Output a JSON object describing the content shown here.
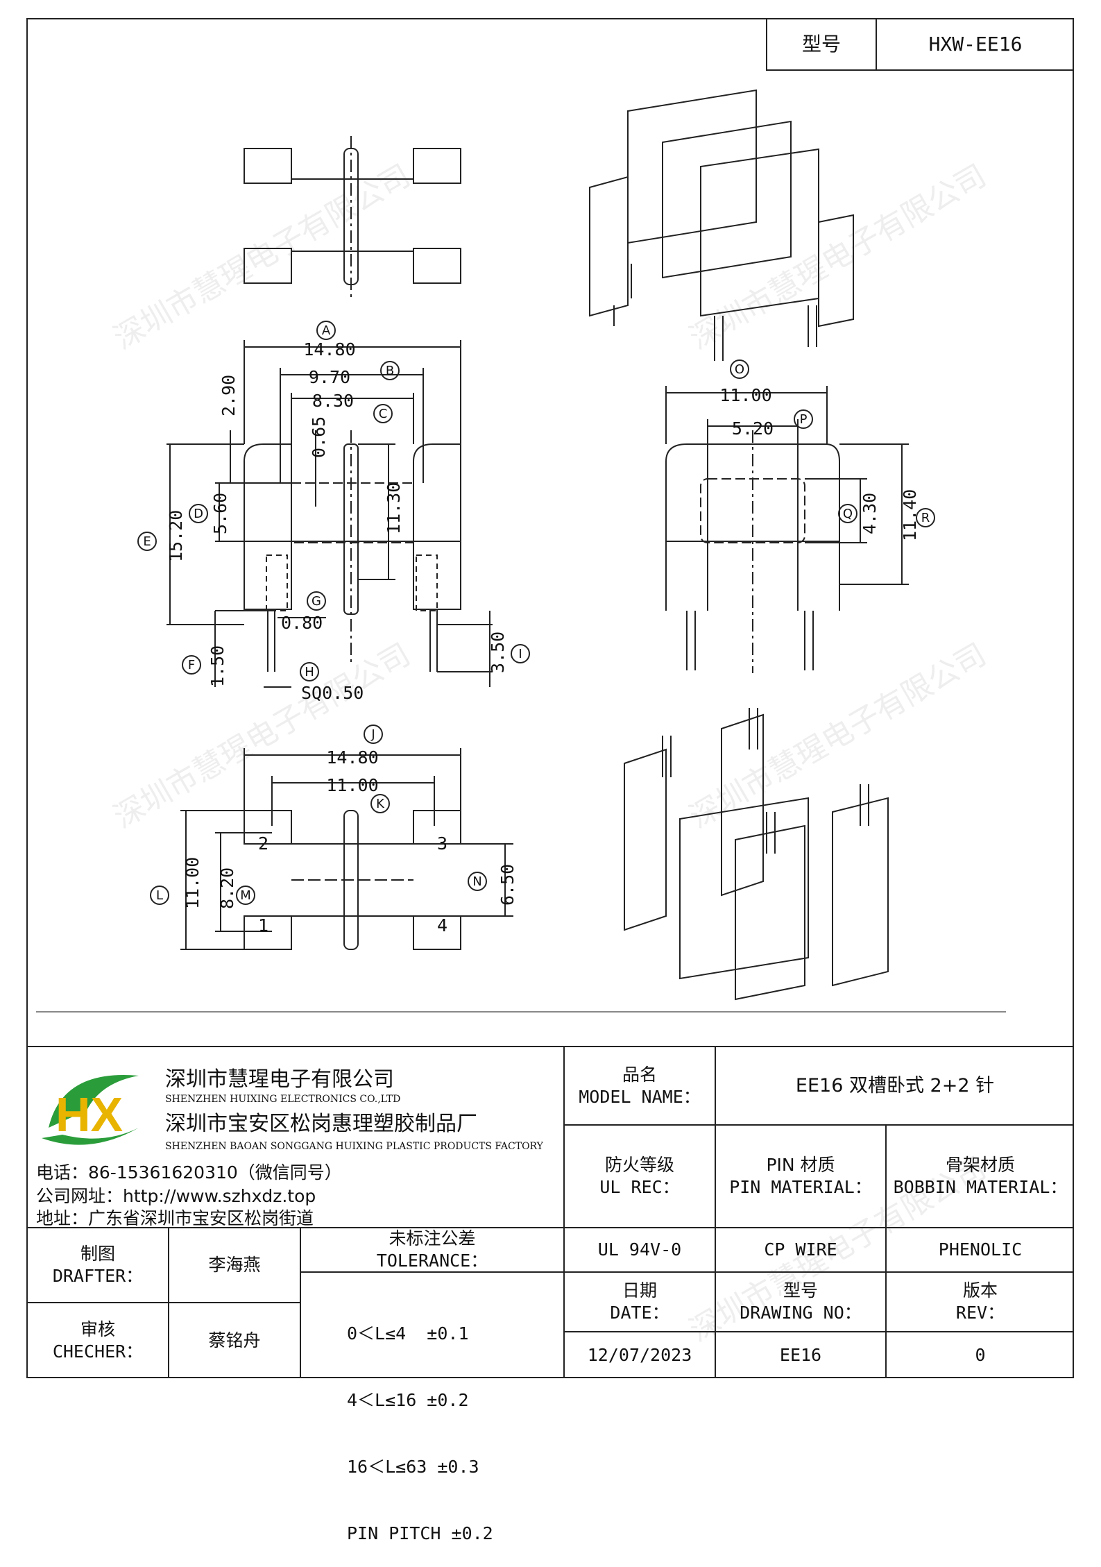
{
  "model_header": {
    "label": "型号",
    "value": "HXW-EE16"
  },
  "drawing": {
    "top_view_dims": {
      "A": "14.80",
      "B": "9.70",
      "C": "8.30",
      "D": "5.60",
      "E": "15.20",
      "F": "1.50",
      "G": "0.80",
      "H": "SQ0.50",
      "I": "3.50",
      "h290": "2.90",
      "h065": "0.65",
      "h1130": "11.30"
    },
    "side_view_dims": {
      "O": "11.00",
      "P": "5.20",
      "Q": "4.30",
      "R": "11.40"
    },
    "bottom_view_dims": {
      "J": "14.80",
      "K": "11.00",
      "L": "11.00",
      "M": "8.20",
      "N": "6.50"
    },
    "circle_letters": [
      "A",
      "B",
      "C",
      "D",
      "E",
      "F",
      "G",
      "H",
      "I",
      "J",
      "K",
      "L",
      "M",
      "N",
      "O",
      "P",
      "Q",
      "R"
    ],
    "pin_numbers": [
      "1",
      "2",
      "3",
      "4"
    ]
  },
  "company": {
    "name_cn": "深圳市慧瑆电子有限公司",
    "name_en": "SHENZHEN HUIXING ELECTRONICS CO.,LTD",
    "factory_cn": "深圳市宝安区松岗惠理塑胶制品厂",
    "factory_en": "SHENZHEN BAOAN SONGGANG HUIXING PLASTIC PRODUCTS FACTORY",
    "phone": "电话：86-15361620310（微信同号）",
    "website": "公司网址：http://www.szhxdz.top",
    "address": "地址：广东省深圳市宝安区松岗街道",
    "logo_text": "HX",
    "watermark": "深圳市慧瑆电子有限公司"
  },
  "titleblock": {
    "model_name_cn": "品名",
    "model_name_en": "MODEL NAME：",
    "model_name_value": "EE16 双槽卧式 2+2 针",
    "ul_cn": "防火等级",
    "ul_en": "UL REC：",
    "pin_mat_cn": "PIN 材质",
    "pin_mat_en": "PIN MATERIAL：",
    "bobbin_cn": "骨架材质",
    "bobbin_en": "BOBBIN MATERIAL：",
    "ul_value": "UL 94V-0",
    "pin_value": "CP WIRE",
    "bobbin_value": "PHENOLIC",
    "date_cn": "日期",
    "date_en": "DATE：",
    "date_value": "12/07/2023",
    "dwg_cn": "型号",
    "dwg_en": "DRAWING NO：",
    "dwg_value": "EE16",
    "rev_cn": "版本",
    "rev_en": "REV：",
    "rev_value": "0",
    "drafter_cn": "制图",
    "drafter_en": "DRAFTER：",
    "drafter_value": "李海燕",
    "checker_cn": "审核",
    "checker_en": "CHECHER：",
    "checker_value": "蔡铭舟",
    "tol_cn": "未标注公差",
    "tol_en": "TOLERANCE：",
    "tol_lines": [
      "0＜L≤4  ±0.1",
      "4＜L≤16 ±0.2",
      "16＜L≤63 ±0.3",
      "PIN PITCH ±0.2"
    ]
  }
}
